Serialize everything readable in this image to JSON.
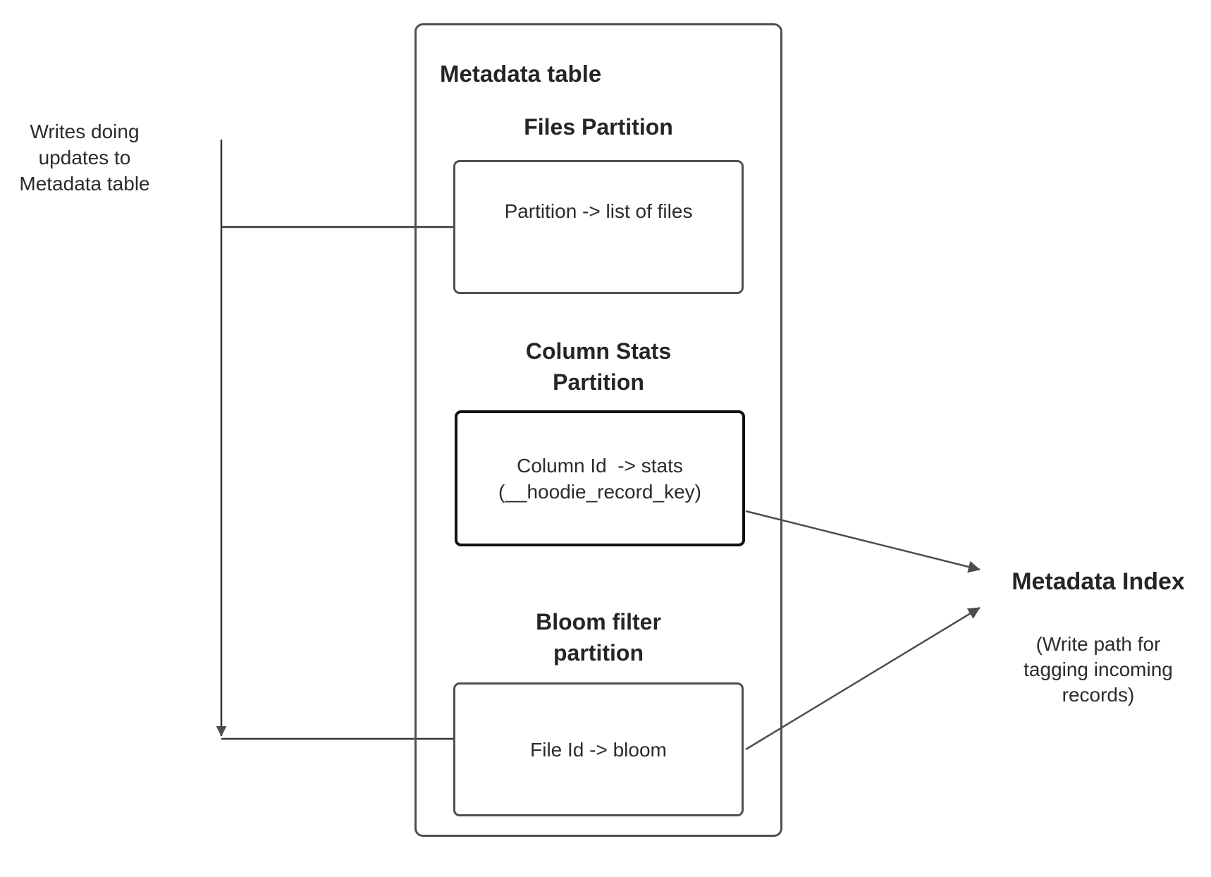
{
  "left_note": "Writes doing\nupdates to\nMetadata table",
  "metadata_table": {
    "title": "Metadata table",
    "files": {
      "heading": "Files Partition",
      "label": "Partition -> list of files"
    },
    "column_stats": {
      "heading": "Column Stats\nPartition",
      "label": "Column Id  -> stats\n(__hoodie_record_key)"
    },
    "bloom": {
      "heading": "Bloom filter\npartition",
      "label": "File Id -> bloom"
    }
  },
  "metadata_index": {
    "title": "Metadata Index",
    "subtitle": "(Write path for\ntagging incoming\nrecords)"
  },
  "colors": {
    "box_border_gray": "#4f4f4f",
    "box_border_dark": "#111111",
    "arrow": "#4d4d4d",
    "text": "#222222",
    "background": "#ffffff"
  }
}
